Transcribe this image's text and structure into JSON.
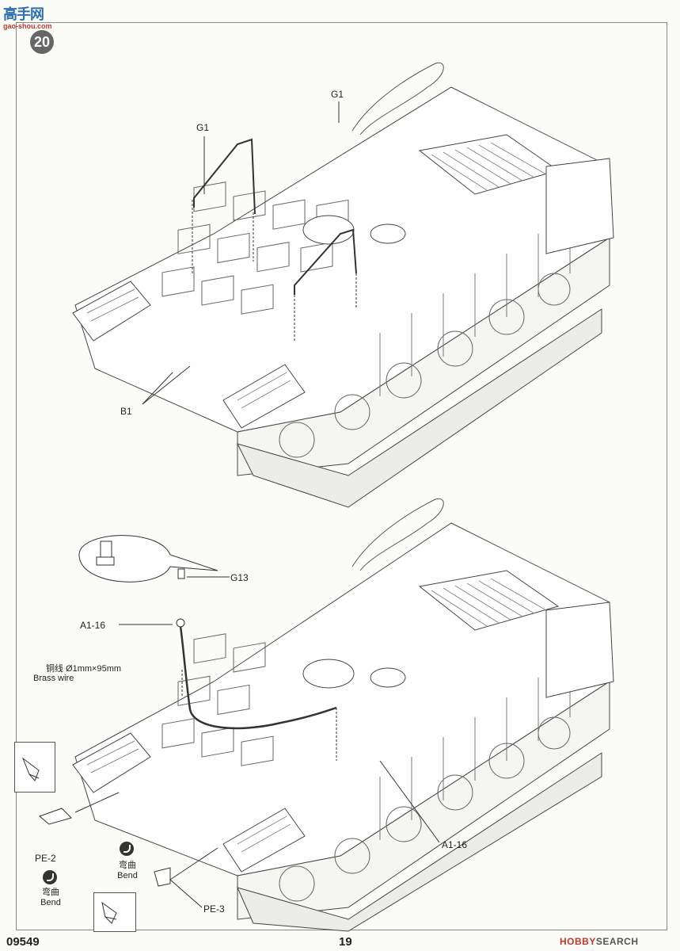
{
  "watermark": {
    "site_cn": "高手网",
    "site_url": "gao-shou.com"
  },
  "step_number": "20",
  "callouts": {
    "top_g1_right": "G1",
    "top_g1_left": "G1",
    "top_b1": "B1",
    "bottom_g13": "G13",
    "bottom_a1_16_left": "A1-16",
    "bottom_brass_cn": "铜线 Ø1mm×95mm",
    "bottom_brass_en": "Brass wire",
    "bottom_a1_16_right": "A1-16",
    "bottom_pe2": "PE-2",
    "bottom_pe3": "PE-3"
  },
  "bend_labels": {
    "left_cn": "弯曲",
    "left_en": "Bend",
    "right_cn": "弯曲",
    "right_en": "Bend"
  },
  "footer": {
    "kit_number": "09549",
    "page_number": "19",
    "source_logo_prefix": "HOBBY",
    "source_logo_suffix": "SEARCH"
  }
}
